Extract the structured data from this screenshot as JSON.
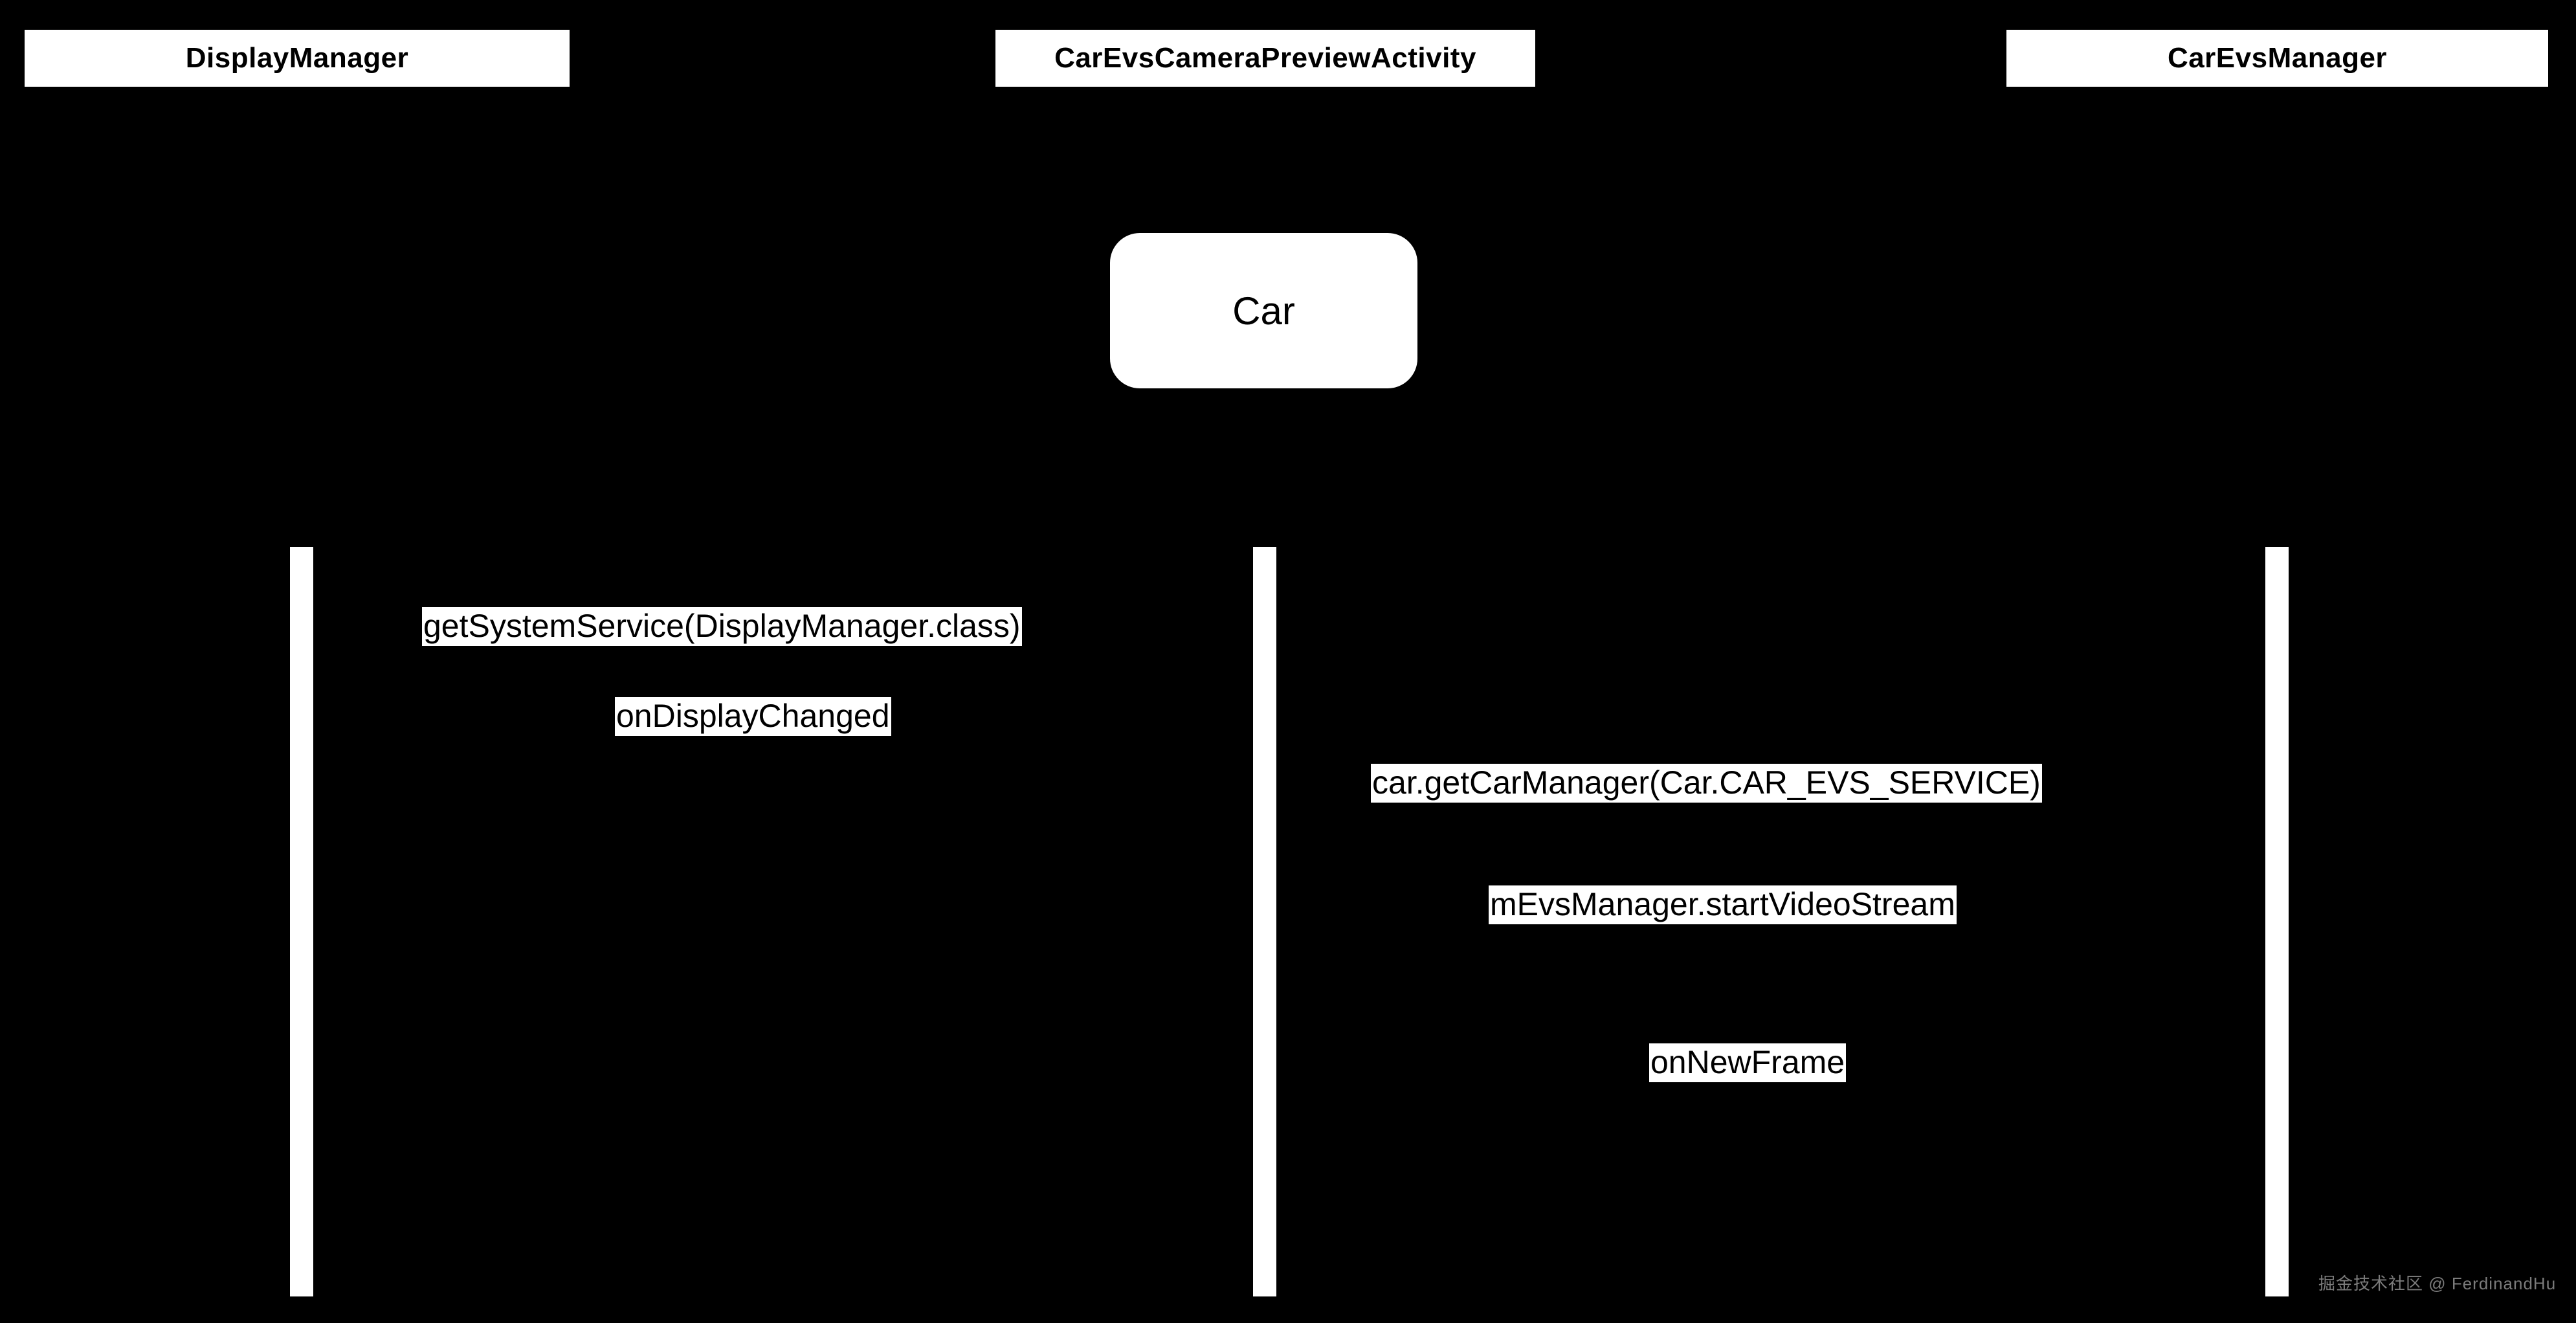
{
  "diagram": {
    "type": "sequence-diagram",
    "background_color": "#000000",
    "foreground_color": "#ffffff",
    "participants": [
      {
        "id": "display-manager",
        "label": "DisplayManager"
      },
      {
        "id": "car-evs-camera-preview-activity",
        "label": "CarEvsCameraPreviewActivity"
      },
      {
        "id": "car-evs-manager",
        "label": "CarEvsManager"
      }
    ],
    "nodes": [
      {
        "id": "car",
        "label": "Car",
        "shape": "rounded-rectangle"
      }
    ],
    "messages": [
      {
        "id": "msg-1",
        "label": "getSystemService(DisplayManager.class)"
      },
      {
        "id": "msg-2",
        "label": "onDisplayChanged"
      },
      {
        "id": "msg-3",
        "label": "car.getCarManager(Car.CAR_EVS_SERVICE)"
      },
      {
        "id": "msg-4",
        "label": "mEvsManager.startVideoStream"
      },
      {
        "id": "msg-5",
        "label": "onNewFrame"
      }
    ],
    "watermark": "掘金技术社区 @ FerdinandHu"
  }
}
